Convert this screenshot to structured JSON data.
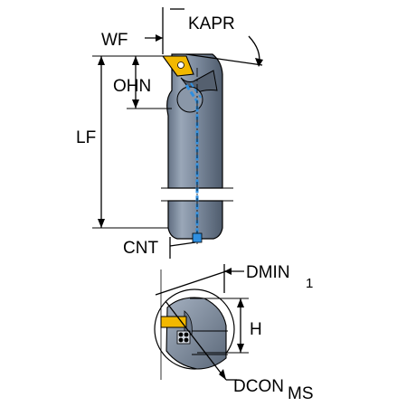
{
  "labels": {
    "wf": "WF",
    "kapr": "KAPR",
    "ohn": "OHN",
    "lf": "LF",
    "cnt": "CNT",
    "dmin": "DMIN",
    "dmin_sub": "1",
    "h": "H",
    "dcon": "DCON",
    "dcon_sub": "MS"
  },
  "colors": {
    "body": "#7f8ea1",
    "body_shade": "#5d6b7d",
    "body_light": "#a9b5c4",
    "insert": "#f2b800",
    "coolant": "#2f8fe0",
    "outline": "#000000"
  }
}
